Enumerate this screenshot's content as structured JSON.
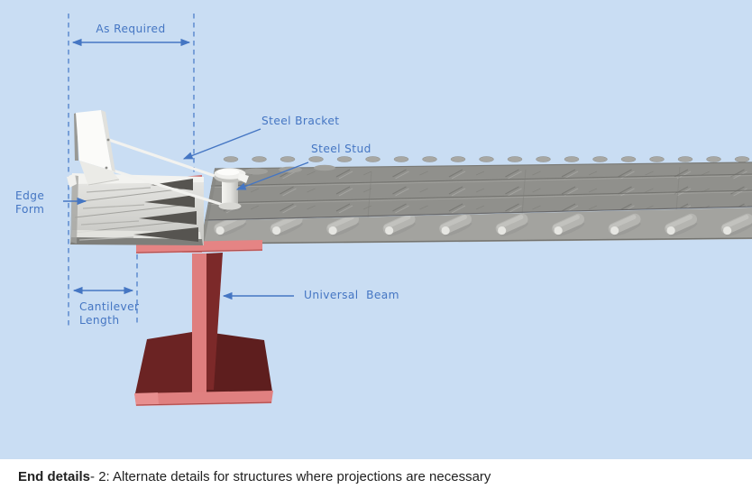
{
  "figure": {
    "labels": {
      "as_required": "As Required",
      "steel_bracket": "Steel Bracket",
      "steel_stud": "Steel Stud",
      "edge_form": [
        "Edge",
        "Form"
      ],
      "cantilever": [
        "Cantilever",
        "Length"
      ],
      "universal_beam": "Universal  Beam"
    },
    "colors": {
      "background": "#c9ddf3",
      "annotation": "#4576c3",
      "dash_line": "#5585cc",
      "deck_top": "#90908c",
      "deck_face": "#a3a39f",
      "sheet_light": "#e2e2df",
      "sheet_tip_dark": "#565450",
      "beam_red": "#df7e7e",
      "beam_red_light": "#e58484",
      "beam_dark": "#6b2323",
      "bracket_white": "#fbfbf9",
      "stud_white": "#efefec"
    }
  },
  "caption": {
    "title": "End details",
    "text": "- 2: Alternate details for structures where projections are necessary",
    "color": "#212121"
  }
}
